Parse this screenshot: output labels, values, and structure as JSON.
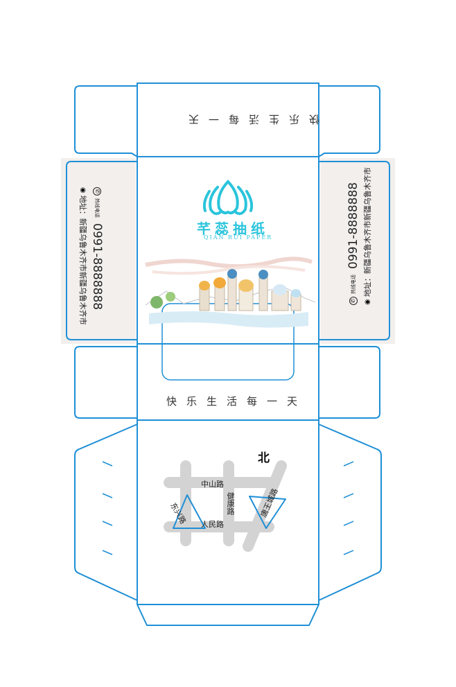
{
  "brand": {
    "name_cn": "芊蕊抽纸",
    "name_en": "QIAN RUI PAPER",
    "accent_color": "#2bc4dc",
    "dieline_color": "#1f8fd6"
  },
  "tagline": "快乐生活每一天",
  "side_panel": {
    "hotline_label": "热线电话",
    "phone": "0991-8888888",
    "address": "地址：新疆乌鲁木齐市新疆乌鲁木齐市",
    "phone_icon": "phone-icon",
    "location_icon": "location-pin-icon"
  },
  "map": {
    "north_label": "北",
    "roads": {
      "zhongshan": "中山路",
      "jiankang": "健康路",
      "dongxing": "东兴路",
      "renmin": "人民路",
      "tangwangcheng": "唐王城路"
    }
  }
}
